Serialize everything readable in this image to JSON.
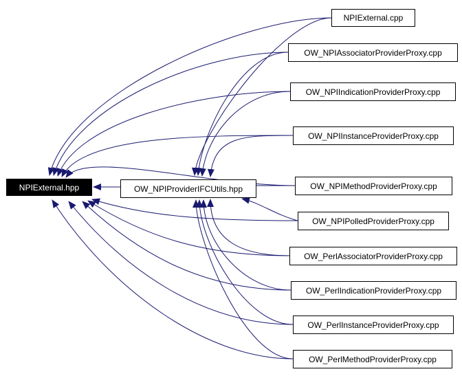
{
  "graph": {
    "root": {
      "label": "NPIExternal.hpp"
    },
    "utils": {
      "label": "OW_NPIProviderIFCUtils.hpp"
    },
    "files": [
      {
        "label": "NPIExternal.cpp"
      },
      {
        "label": "OW_NPIAssociatorProviderProxy.cpp"
      },
      {
        "label": "OW_NPIIndicationProviderProxy.cpp"
      },
      {
        "label": "OW_NPIInstanceProviderProxy.cpp"
      },
      {
        "label": "OW_NPIMethodProviderProxy.cpp"
      },
      {
        "label": "OW_NPIPolledProviderProxy.cpp"
      },
      {
        "label": "OW_PerlAssociatorProviderProxy.cpp"
      },
      {
        "label": "OW_PerlIndicationProviderProxy.cpp"
      },
      {
        "label": "OW_PerlInstanceProviderProxy.cpp"
      },
      {
        "label": "OW_PerlMethodProviderProxy.cpp"
      }
    ],
    "colors": {
      "edge": "#191970",
      "arrowhead": "#191970",
      "root_fill": "#000000",
      "root_text": "#ffffff",
      "node_border": "#000000"
    }
  }
}
